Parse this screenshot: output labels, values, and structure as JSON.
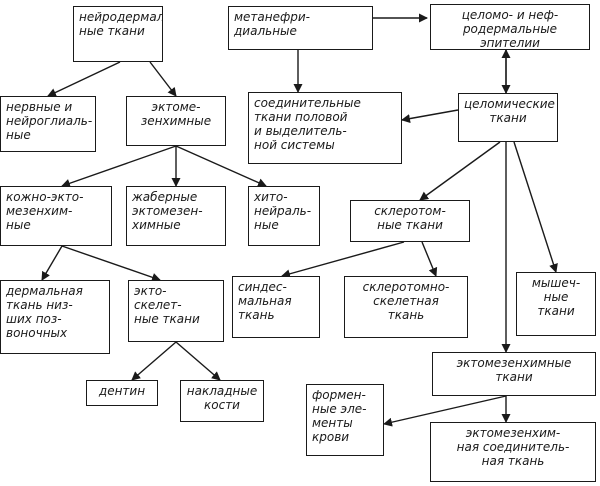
{
  "nodes": {
    "n1": "нейродермаль-\nные ткани",
    "n2": "метанефри-\nдиальные",
    "n3": "целомо- и неф-\nродермальные\nэпителии",
    "n4": "нервные и\nнейроглиаль-\nные",
    "n5": "эктоме-\nзенхимные",
    "n6": "соединительные\nткани половой\nи выделитель-\nной системы",
    "n7": "целомические\nткани",
    "n8": "кожно-экто-\nмезенхим-\nные",
    "n9": "жаберные\nэктомезен-\nхимные",
    "n10": "хито-\nнейраль-\nные",
    "n11": "склеротом-\nные ткани",
    "n12": "дермальная\nткань низ-\nших поз-\nвоночных",
    "n13": "экто-\nскелет-\nные ткани",
    "n14": "синдес-\nмальная\nткань",
    "n15": "склеротомно-\nскелетная\nткань",
    "n16": "мышеч-\nные\nткани",
    "n17": "эктомезенхимные\nткани",
    "n18": "дентин",
    "n19": "накладные\nкости",
    "n20": "формен-\nные эле-\nменты\nкрови",
    "n21": "эктомезенхим-\nная соединитель-\nная ткань"
  }
}
